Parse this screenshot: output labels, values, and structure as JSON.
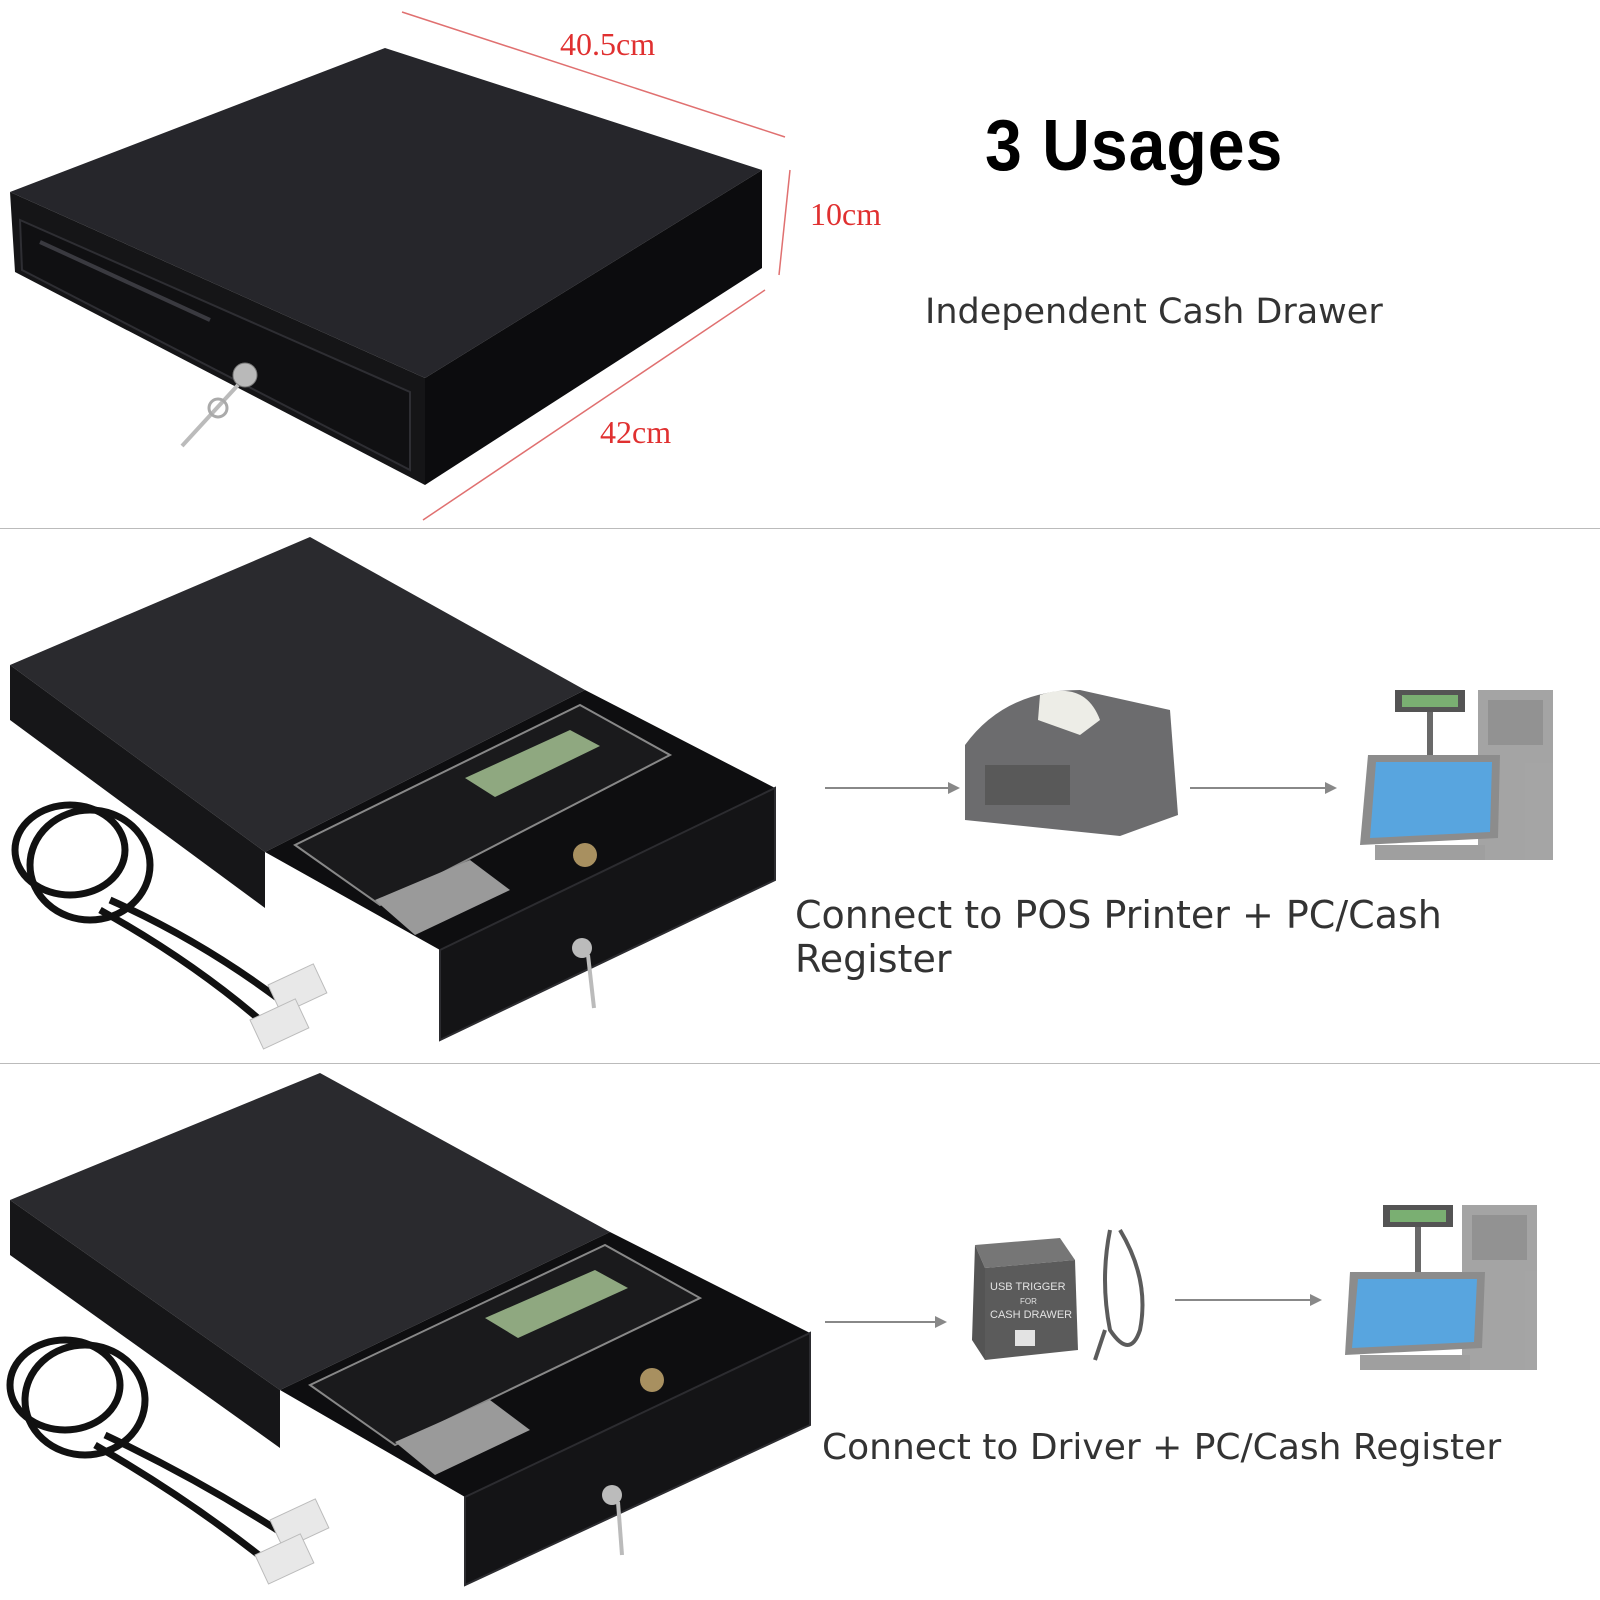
{
  "title": "3 Usages",
  "dimensions": {
    "width": "40.5cm",
    "height": "10cm",
    "depth": "42cm"
  },
  "usages": [
    {
      "caption": "Independent Cash Drawer"
    },
    {
      "caption": "Connect to POS Printer + PC/Cash Register"
    },
    {
      "caption": "Connect to Driver + PC/Cash Register"
    }
  ],
  "usb_box_label": {
    "line1": "USB TRIGGER",
    "line2": "FOR",
    "line3": "CASH DRAWER"
  },
  "colors": {
    "dimension_text": "#e03030",
    "drawer_body": "#1c1c1e",
    "screen": "#2f8fd8",
    "faded_device": "#8a8a8a"
  }
}
